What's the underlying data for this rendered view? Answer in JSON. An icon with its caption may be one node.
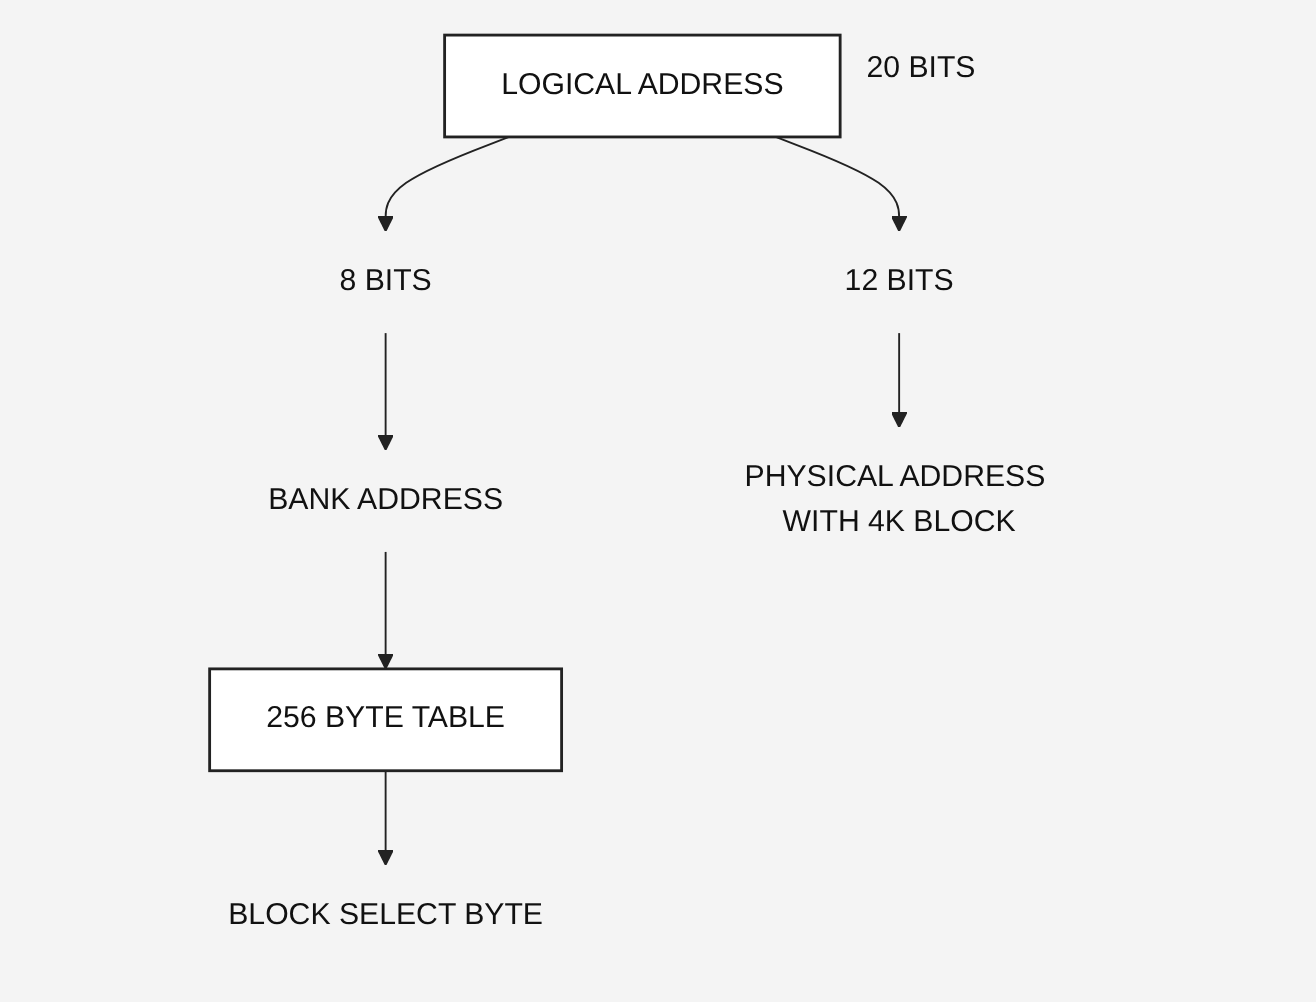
{
  "diagram": {
    "nodes": [
      {
        "text": [
          "LOGICAL ADDRESS"
        ],
        "beside": [
          "20 BITS"
        ]
      },
      {
        "text": [
          "8 BITS"
        ]
      },
      {
        "text": [
          "12 BITS"
        ]
      },
      {
        "text": [
          "BANK ADDRESS"
        ]
      },
      {
        "text": [
          "PHYSICAL ADDRESS WITH 4K BLOCK"
        ]
      },
      {
        "text": [
          "256 BYTE TABLE"
        ]
      },
      {
        "text": [
          "BLOCK SELECT BYTE"
        ]
      }
    ],
    "edges": [
      {
        "from": 0,
        "to": 1,
        "arrow": "to"
      },
      {
        "from": 0,
        "to": 2,
        "arrow": "to"
      },
      {
        "from": 1,
        "to": 3,
        "arrow": "to"
      },
      {
        "from": 2,
        "to": 4,
        "arrow": "to"
      },
      {
        "from": 3,
        "to": 5,
        "arrow": "to"
      },
      {
        "from": 5,
        "to": 6,
        "arrow": "to"
      }
    ]
  }
}
